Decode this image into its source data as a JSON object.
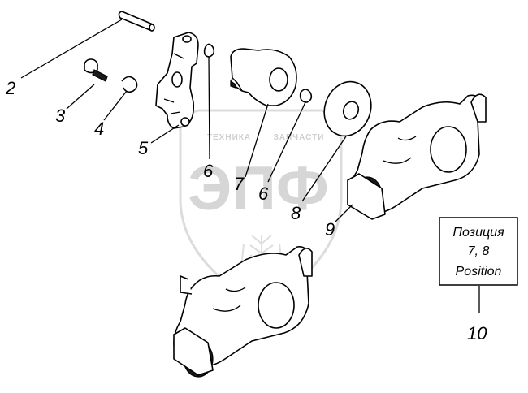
{
  "callouts": {
    "c2": "2",
    "c3": "3",
    "c4": "4",
    "c5": "5",
    "c6a": "6",
    "c7": "7",
    "c6b": "6",
    "c8": "8",
    "c9": "9",
    "c10": "10"
  },
  "note_box": {
    "line1": "Позиция",
    "line2": "7, 8",
    "line3": "Position"
  },
  "watermark": {
    "logo": "ЭПФ",
    "left_text": "ТЕХНИКА",
    "right_text": "ЗАПЧАСТИ"
  }
}
